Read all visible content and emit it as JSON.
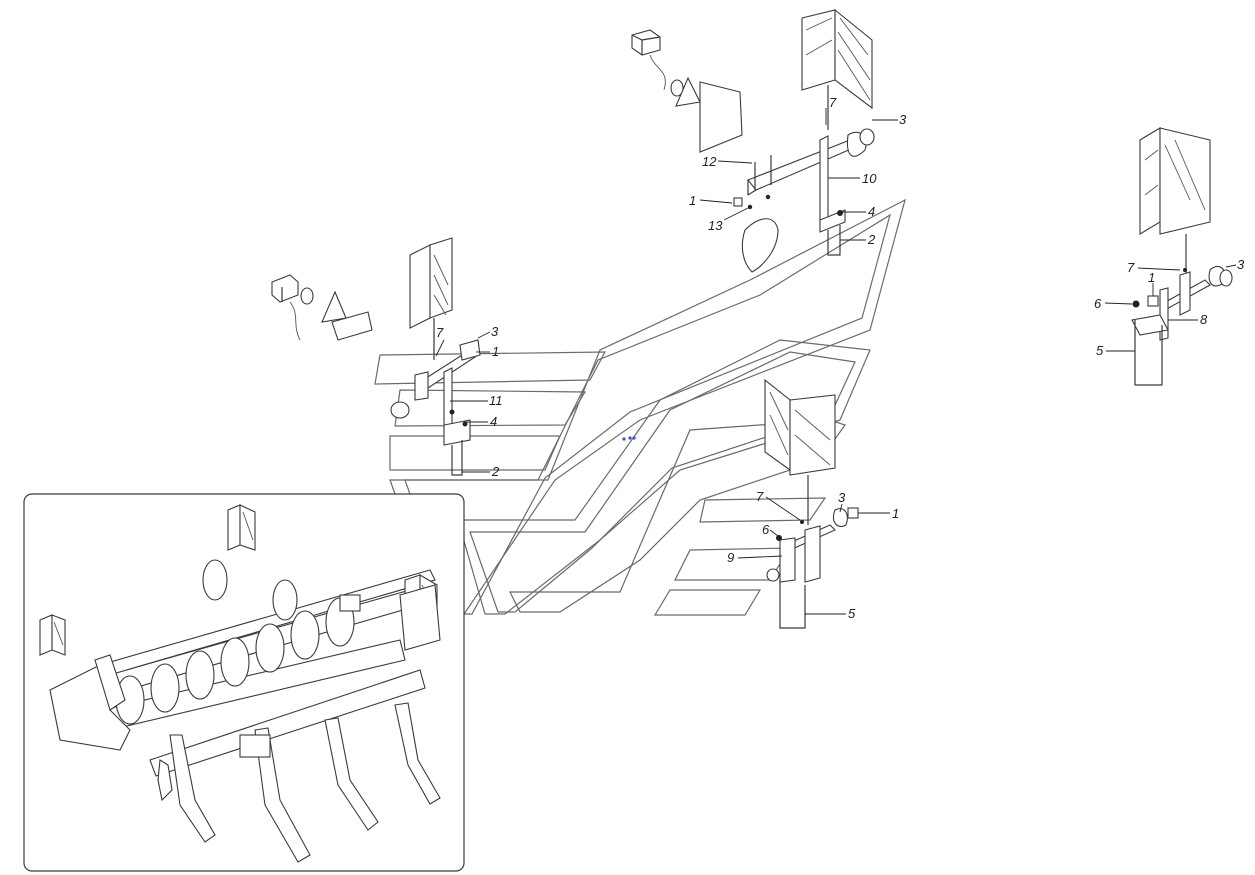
{
  "callouts": {
    "a1": "3",
    "a2": "7",
    "a3": "12",
    "a4": "10",
    "a5": "1",
    "a6": "13",
    "a7": "4",
    "a8": "2",
    "b1": "7",
    "b2": "3",
    "b3": "1",
    "b4": "11",
    "b5": "4",
    "b6": "2",
    "c1": "7",
    "c2": "3",
    "c3": "1",
    "c4": "6",
    "c5": "8",
    "c6": "5",
    "d1": "7",
    "d2": "3",
    "d3": "1",
    "d4": "6",
    "d5": "9",
    "d6": "5"
  },
  "colors": {
    "line": "#3a3a3a",
    "stripe": "#6a6a6a",
    "accent_dots": "#3b4fd8",
    "background": "#ffffff"
  }
}
